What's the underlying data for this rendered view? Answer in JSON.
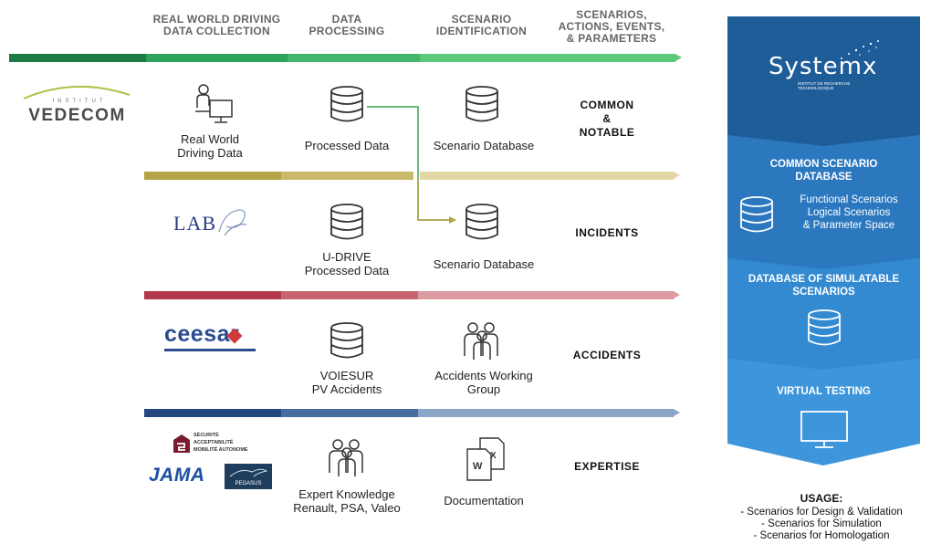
{
  "columns": [
    {
      "line1": "REAL WORLD DRIVING",
      "line2": "DATA COLLECTION"
    },
    {
      "line1": "DATA",
      "line2": "PROCESSING"
    },
    {
      "line1": "SCENARIO",
      "line2": "IDENTIFICATION"
    },
    {
      "line1": "SCENARIOS,",
      "line2": "ACTIONS, EVENTS,",
      "line3": "& PARAMETERS"
    }
  ],
  "colors": {
    "green_dark": "#1e7a44",
    "green_mid": "#2ea35a",
    "green_light": "#5cc87a",
    "olive_dark": "#b5a347",
    "olive_mid": "#cbb96b",
    "olive_light": "#e3d7a5",
    "red_dark": "#b23a4a",
    "red_mid": "#c7646f",
    "red_light": "#dc9aa1",
    "blue_dark": "#24487e",
    "blue_mid": "#4a6da0",
    "blue_light": "#8ca6c8",
    "panel_top": "#1f5d99",
    "panel_mid": "#2b78bf",
    "panel_bottom": "#3d96dc"
  },
  "rows": [
    {
      "label_lines": [
        "COMMON",
        "&",
        "NOTABLE"
      ],
      "logo": {
        "small": "INSTITUT",
        "main": "VEDECOM"
      },
      "cells": [
        {
          "lines": [
            "Real World",
            "Driving Data"
          ],
          "icon": "person-computer-icon"
        },
        {
          "lines": [
            "Processed Data"
          ],
          "icon": "database-icon"
        },
        {
          "lines": [
            "Scenario Database"
          ],
          "icon": "database-icon"
        }
      ]
    },
    {
      "label_lines": [
        "INCIDENTS"
      ],
      "logo": {
        "main": "LAB"
      },
      "cells": [
        {
          "lines": [
            "U-DRIVE",
            "Processed Data"
          ],
          "icon": "database-icon"
        },
        {
          "lines": [
            "Scenario Database"
          ],
          "icon": "database-icon"
        }
      ]
    },
    {
      "label_lines": [
        "ACCIDENTS"
      ],
      "logo": {
        "main": "ceesar"
      },
      "cells": [
        {
          "lines": [
            "VOIESUR",
            "PV Accidents"
          ],
          "icon": "database-icon"
        },
        {
          "lines": [
            "Accidents Working",
            "Group"
          ],
          "icon": "group-icon"
        }
      ]
    },
    {
      "label_lines": [
        "EXPERTISE"
      ],
      "logos": {
        "sam": [
          "SÉCURITÉ",
          "ACCEPTABILITÉ",
          "MOBILITÉ AUTONOME"
        ],
        "jama": "JAMA",
        "pegasus": "PEGASUS"
      },
      "cells": [
        {
          "lines": [
            "Expert Knowledge",
            "Renault, PSA, Valeo"
          ],
          "icon": "group-icon"
        },
        {
          "lines": [
            "Documentation"
          ],
          "icon": "documents-icon"
        }
      ]
    }
  ],
  "panel": {
    "logo": "Systemx",
    "logo_sub": "INSTITUT DE RECHERCHE TECHNOLOGIQUE",
    "section1": {
      "title_lines": [
        "COMMON SCENARIO",
        "DATABASE"
      ],
      "items": [
        "Functional Scenarios",
        "Logical Scenarios",
        "& Parameter Space"
      ]
    },
    "section2": {
      "title_lines": [
        "DATABASE OF SIMULATABLE",
        "SCENARIOS"
      ]
    },
    "section3": {
      "title_lines": [
        "VIRTUAL TESTING"
      ]
    }
  },
  "usage": {
    "title": "USAGE:",
    "items": [
      "- Scenarios for Design & Validation",
      "- Scenarios for Simulation",
      "- Scenarios for Homologation"
    ]
  }
}
